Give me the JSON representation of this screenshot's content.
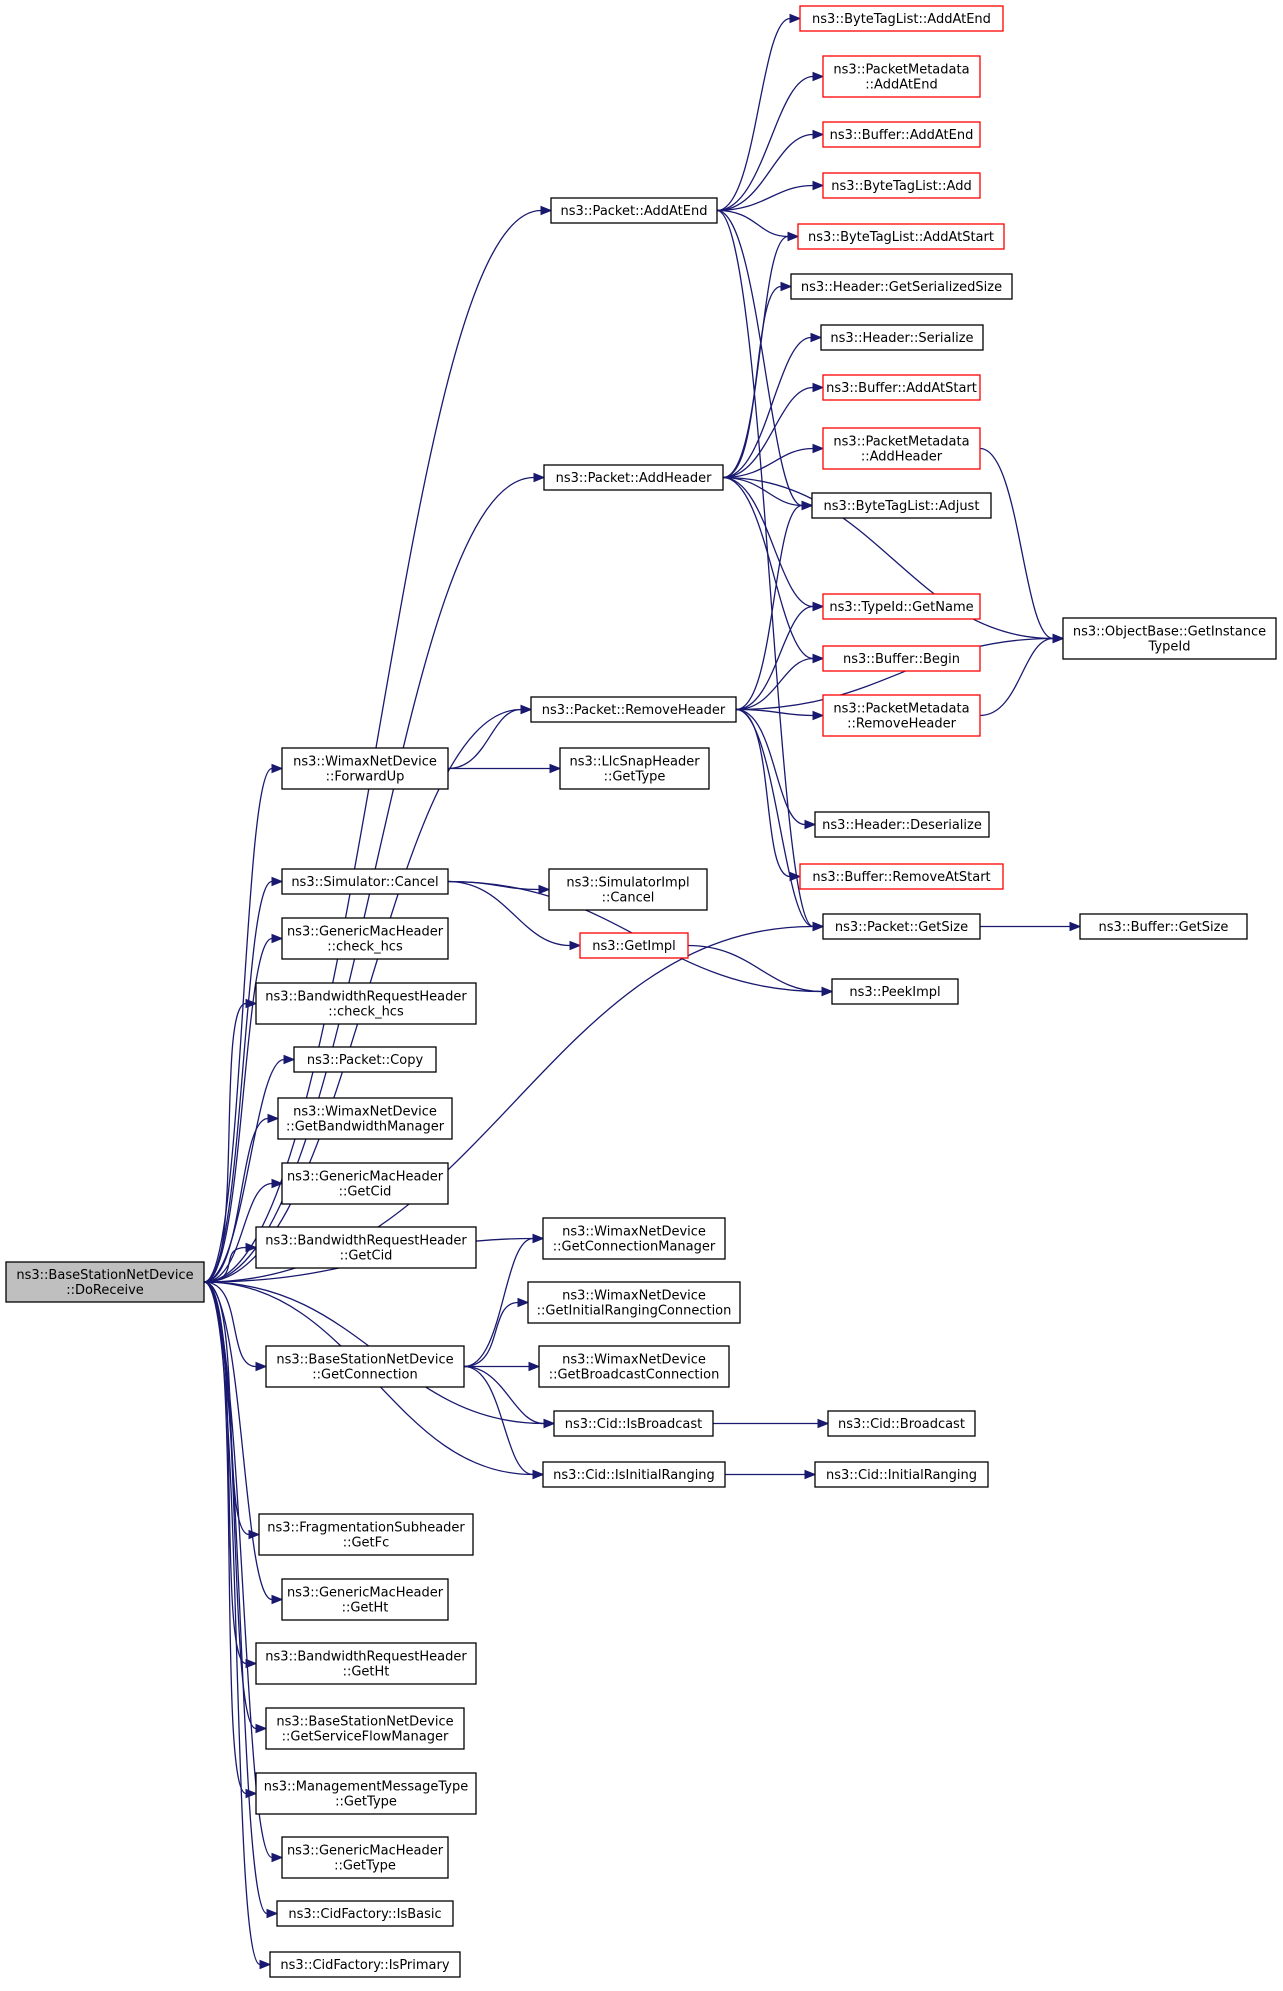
{
  "nodes": [
    {
      "id": "root",
      "lines": [
        "ns3::BaseStationNetDevice",
        "::DoReceive"
      ],
      "style": "root"
    },
    {
      "id": "p_addatend",
      "lines": [
        "ns3::Packet::AddAtEnd"
      ]
    },
    {
      "id": "btl_addatend",
      "lines": [
        "ns3::ByteTagList::AddAtEnd"
      ],
      "style": "red"
    },
    {
      "id": "pm_addatend",
      "lines": [
        "ns3::PacketMetadata",
        "::AddAtEnd"
      ],
      "style": "red"
    },
    {
      "id": "buf_addatend",
      "lines": [
        "ns3::Buffer::AddAtEnd"
      ],
      "style": "red"
    },
    {
      "id": "btl_add",
      "lines": [
        "ns3::ByteTagList::Add"
      ],
      "style": "red"
    },
    {
      "id": "btl_addatstart",
      "lines": [
        "ns3::ByteTagList::AddAtStart"
      ],
      "style": "red"
    },
    {
      "id": "hdr_getsersize",
      "lines": [
        "ns3::Header::GetSerializedSize"
      ]
    },
    {
      "id": "hdr_serialize",
      "lines": [
        "ns3::Header::Serialize"
      ]
    },
    {
      "id": "buf_addatstart",
      "lines": [
        "ns3::Buffer::AddAtStart"
      ],
      "style": "red"
    },
    {
      "id": "pm_addheader",
      "lines": [
        "ns3::PacketMetadata",
        "::AddHeader"
      ],
      "style": "red"
    },
    {
      "id": "p_addheader",
      "lines": [
        "ns3::Packet::AddHeader"
      ]
    },
    {
      "id": "btl_adjust",
      "lines": [
        "ns3::ByteTagList::Adjust"
      ]
    },
    {
      "id": "typeid_getname",
      "lines": [
        "ns3::TypeId::GetName"
      ],
      "style": "red"
    },
    {
      "id": "objbase_gitid",
      "lines": [
        "ns3::ObjectBase::GetInstance",
        "TypeId"
      ]
    },
    {
      "id": "buf_begin",
      "lines": [
        "ns3::Buffer::Begin"
      ],
      "style": "red"
    },
    {
      "id": "p_removeheader",
      "lines": [
        "ns3::Packet::RemoveHeader"
      ]
    },
    {
      "id": "pm_removeheader",
      "lines": [
        "ns3::PacketMetadata",
        "::RemoveHeader"
      ],
      "style": "red"
    },
    {
      "id": "wnd_forwardup",
      "lines": [
        "ns3::WimaxNetDevice",
        "::ForwardUp"
      ]
    },
    {
      "id": "llc_gettype",
      "lines": [
        "ns3::LlcSnapHeader",
        "::GetType"
      ]
    },
    {
      "id": "hdr_deserialize",
      "lines": [
        "ns3::Header::Deserialize"
      ]
    },
    {
      "id": "buf_removeatstart",
      "lines": [
        "ns3::Buffer::RemoveAtStart"
      ],
      "style": "red"
    },
    {
      "id": "sim_cancel",
      "lines": [
        "ns3::Simulator::Cancel"
      ]
    },
    {
      "id": "simimpl_cancel",
      "lines": [
        "ns3::SimulatorImpl",
        "::Cancel"
      ]
    },
    {
      "id": "p_getsize",
      "lines": [
        "ns3::Packet::GetSize"
      ]
    },
    {
      "id": "buf_getsize",
      "lines": [
        "ns3::Buffer::GetSize"
      ]
    },
    {
      "id": "getimpl",
      "lines": [
        "ns3::GetImpl"
      ],
      "style": "red"
    },
    {
      "id": "peekimpl",
      "lines": [
        "ns3::PeekImpl"
      ]
    },
    {
      "id": "gmh_checkhcs",
      "lines": [
        "ns3::GenericMacHeader",
        "::check_hcs"
      ]
    },
    {
      "id": "brh_checkhcs",
      "lines": [
        "ns3::BandwidthRequestHeader",
        "::check_hcs"
      ]
    },
    {
      "id": "p_copy",
      "lines": [
        "ns3::Packet::Copy"
      ]
    },
    {
      "id": "wnd_getbwmgr",
      "lines": [
        "ns3::WimaxNetDevice",
        "::GetBandwidthManager"
      ]
    },
    {
      "id": "gmh_getcid",
      "lines": [
        "ns3::GenericMacHeader",
        "::GetCid"
      ]
    },
    {
      "id": "brh_getcid",
      "lines": [
        "ns3::BandwidthRequestHeader",
        "::GetCid"
      ]
    },
    {
      "id": "wnd_getconnmgr",
      "lines": [
        "ns3::WimaxNetDevice",
        "::GetConnectionManager"
      ]
    },
    {
      "id": "wnd_getinitrng",
      "lines": [
        "ns3::WimaxNetDevice",
        "::GetInitialRangingConnection"
      ]
    },
    {
      "id": "bsnd_getconn",
      "lines": [
        "ns3::BaseStationNetDevice",
        "::GetConnection"
      ]
    },
    {
      "id": "wnd_getbcast",
      "lines": [
        "ns3::WimaxNetDevice",
        "::GetBroadcastConnection"
      ]
    },
    {
      "id": "cid_isbcast",
      "lines": [
        "ns3::Cid::IsBroadcast"
      ]
    },
    {
      "id": "cid_bcast",
      "lines": [
        "ns3::Cid::Broadcast"
      ]
    },
    {
      "id": "cid_isinitrng",
      "lines": [
        "ns3::Cid::IsInitialRanging"
      ]
    },
    {
      "id": "cid_initrng",
      "lines": [
        "ns3::Cid::InitialRanging"
      ]
    },
    {
      "id": "frag_getfc",
      "lines": [
        "ns3::FragmentationSubheader",
        "::GetFc"
      ]
    },
    {
      "id": "gmh_getht",
      "lines": [
        "ns3::GenericMacHeader",
        "::GetHt"
      ]
    },
    {
      "id": "brh_getht",
      "lines": [
        "ns3::BandwidthRequestHeader",
        "::GetHt"
      ]
    },
    {
      "id": "bsnd_getsfm",
      "lines": [
        "ns3::BaseStationNetDevice",
        "::GetServiceFlowManager"
      ]
    },
    {
      "id": "mmt_gettype",
      "lines": [
        "ns3::ManagementMessageType",
        "::GetType"
      ]
    },
    {
      "id": "gmh_gettype",
      "lines": [
        "ns3::GenericMacHeader",
        "::GetType"
      ]
    },
    {
      "id": "cidf_isbasic",
      "lines": [
        "ns3::CidFactory::IsBasic"
      ]
    },
    {
      "id": "cidf_isprimary",
      "lines": [
        "ns3::CidFactory::IsPrimary"
      ]
    }
  ],
  "edges": [
    [
      "root",
      "p_addatend"
    ],
    [
      "root",
      "p_addheader"
    ],
    [
      "root",
      "p_removeheader"
    ],
    [
      "root",
      "wnd_forwardup"
    ],
    [
      "root",
      "p_getsize"
    ],
    [
      "root",
      "sim_cancel"
    ],
    [
      "root",
      "gmh_checkhcs"
    ],
    [
      "root",
      "brh_checkhcs"
    ],
    [
      "root",
      "p_copy"
    ],
    [
      "root",
      "wnd_getbwmgr"
    ],
    [
      "root",
      "gmh_getcid"
    ],
    [
      "root",
      "brh_getcid"
    ],
    [
      "root",
      "wnd_getconnmgr"
    ],
    [
      "root",
      "bsnd_getconn"
    ],
    [
      "root",
      "cid_isbcast"
    ],
    [
      "root",
      "cid_isinitrng"
    ],
    [
      "root",
      "frag_getfc"
    ],
    [
      "root",
      "gmh_getht"
    ],
    [
      "root",
      "brh_getht"
    ],
    [
      "root",
      "bsnd_getsfm"
    ],
    [
      "root",
      "mmt_gettype"
    ],
    [
      "root",
      "gmh_gettype"
    ],
    [
      "root",
      "cidf_isbasic"
    ],
    [
      "root",
      "cidf_isprimary"
    ],
    [
      "p_addatend",
      "btl_addatend"
    ],
    [
      "p_addatend",
      "pm_addatend"
    ],
    [
      "p_addatend",
      "buf_addatend"
    ],
    [
      "p_addatend",
      "btl_add"
    ],
    [
      "p_addatend",
      "btl_addatstart"
    ],
    [
      "p_addatend",
      "btl_adjust"
    ],
    [
      "p_addatend",
      "p_getsize"
    ],
    [
      "p_addheader",
      "btl_addatstart"
    ],
    [
      "p_addheader",
      "hdr_getsersize"
    ],
    [
      "p_addheader",
      "hdr_serialize"
    ],
    [
      "p_addheader",
      "buf_addatstart"
    ],
    [
      "p_addheader",
      "pm_addheader"
    ],
    [
      "p_addheader",
      "btl_adjust"
    ],
    [
      "p_addheader",
      "objbase_gitid"
    ],
    [
      "p_addheader",
      "typeid_getname"
    ],
    [
      "p_addheader",
      "buf_begin"
    ],
    [
      "pm_addheader",
      "objbase_gitid"
    ],
    [
      "p_removeheader",
      "btl_adjust"
    ],
    [
      "p_removeheader",
      "typeid_getname"
    ],
    [
      "p_removeheader",
      "buf_begin"
    ],
    [
      "p_removeheader",
      "pm_removeheader"
    ],
    [
      "p_removeheader",
      "objbase_gitid"
    ],
    [
      "p_removeheader",
      "hdr_deserialize"
    ],
    [
      "p_removeheader",
      "buf_removeatstart"
    ],
    [
      "p_removeheader",
      "p_getsize"
    ],
    [
      "pm_removeheader",
      "objbase_gitid"
    ],
    [
      "wnd_forwardup",
      "p_removeheader"
    ],
    [
      "wnd_forwardup",
      "llc_gettype"
    ],
    [
      "sim_cancel",
      "simimpl_cancel"
    ],
    [
      "sim_cancel",
      "getimpl"
    ],
    [
      "sim_cancel",
      "peekimpl"
    ],
    [
      "getimpl",
      "peekimpl"
    ],
    [
      "p_getsize",
      "buf_getsize"
    ],
    [
      "bsnd_getconn",
      "wnd_getconnmgr"
    ],
    [
      "bsnd_getconn",
      "wnd_getinitrng"
    ],
    [
      "bsnd_getconn",
      "wnd_getbcast"
    ],
    [
      "bsnd_getconn",
      "cid_isbcast"
    ],
    [
      "bsnd_getconn",
      "cid_isinitrng"
    ],
    [
      "cid_isbcast",
      "cid_bcast"
    ],
    [
      "cid_isinitrng",
      "cid_initrng"
    ]
  ]
}
